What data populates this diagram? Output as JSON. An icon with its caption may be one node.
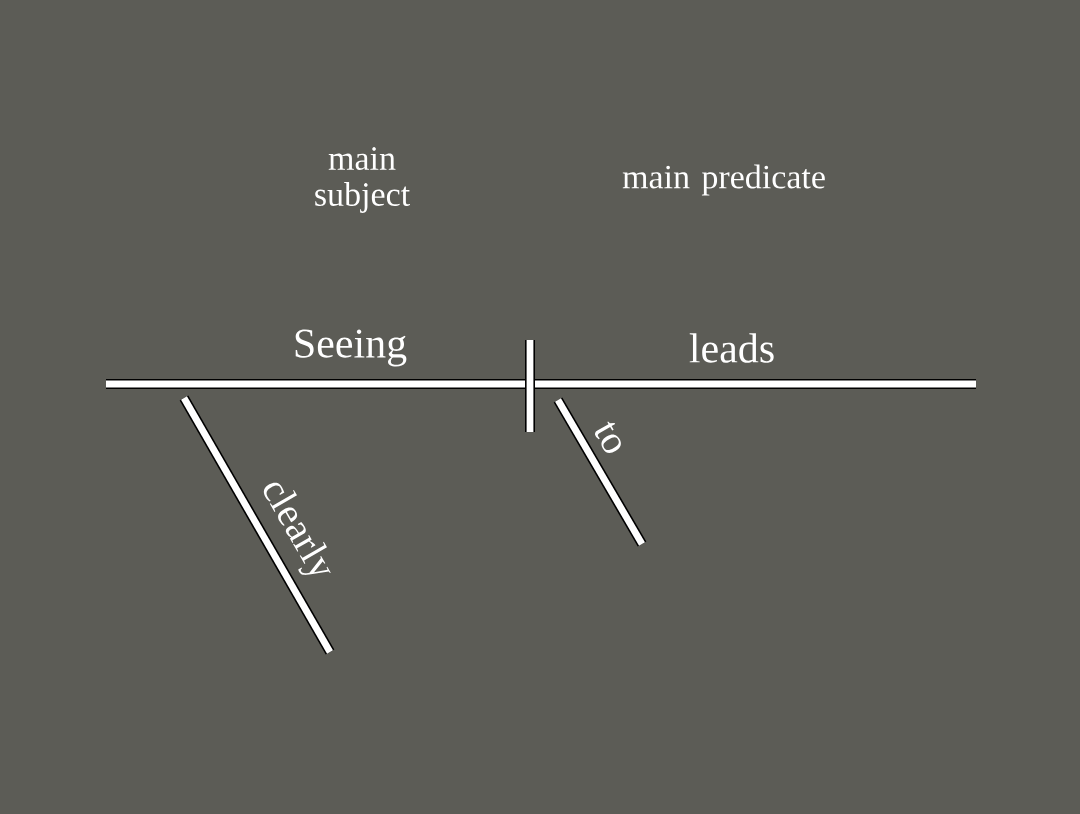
{
  "diagram": {
    "labels": [
      "main subject",
      "main predicate",
      "Seeing",
      "leads",
      "clearly",
      "to"
    ]
  }
}
